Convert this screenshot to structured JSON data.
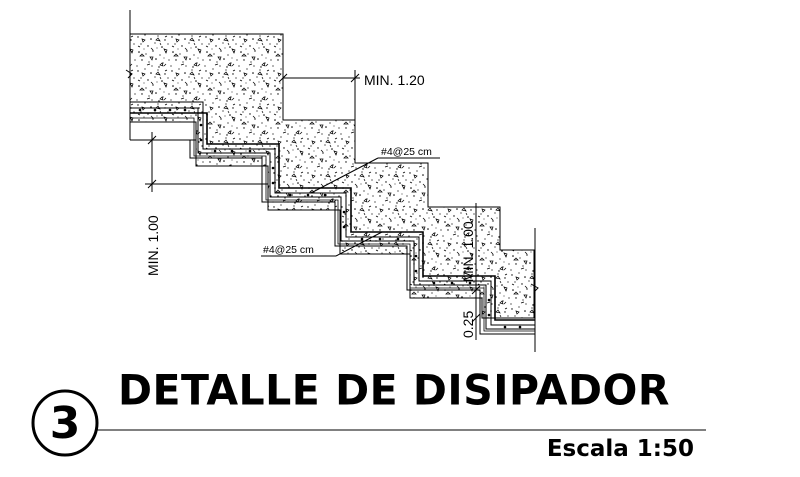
{
  "drawing": {
    "dimensions": {
      "top_length": "MIN. 1.20",
      "left_height": "MIN. 1.00",
      "right_height": "MIN. 1.00",
      "slab_thickness": "0.25"
    },
    "rebar_labels": {
      "upper": "#4@25  cm",
      "lower": "#4@25  cm"
    }
  },
  "title": {
    "number": "3",
    "text": "DETALLE DE DISIPADOR",
    "scale": "Escala 1:50"
  }
}
